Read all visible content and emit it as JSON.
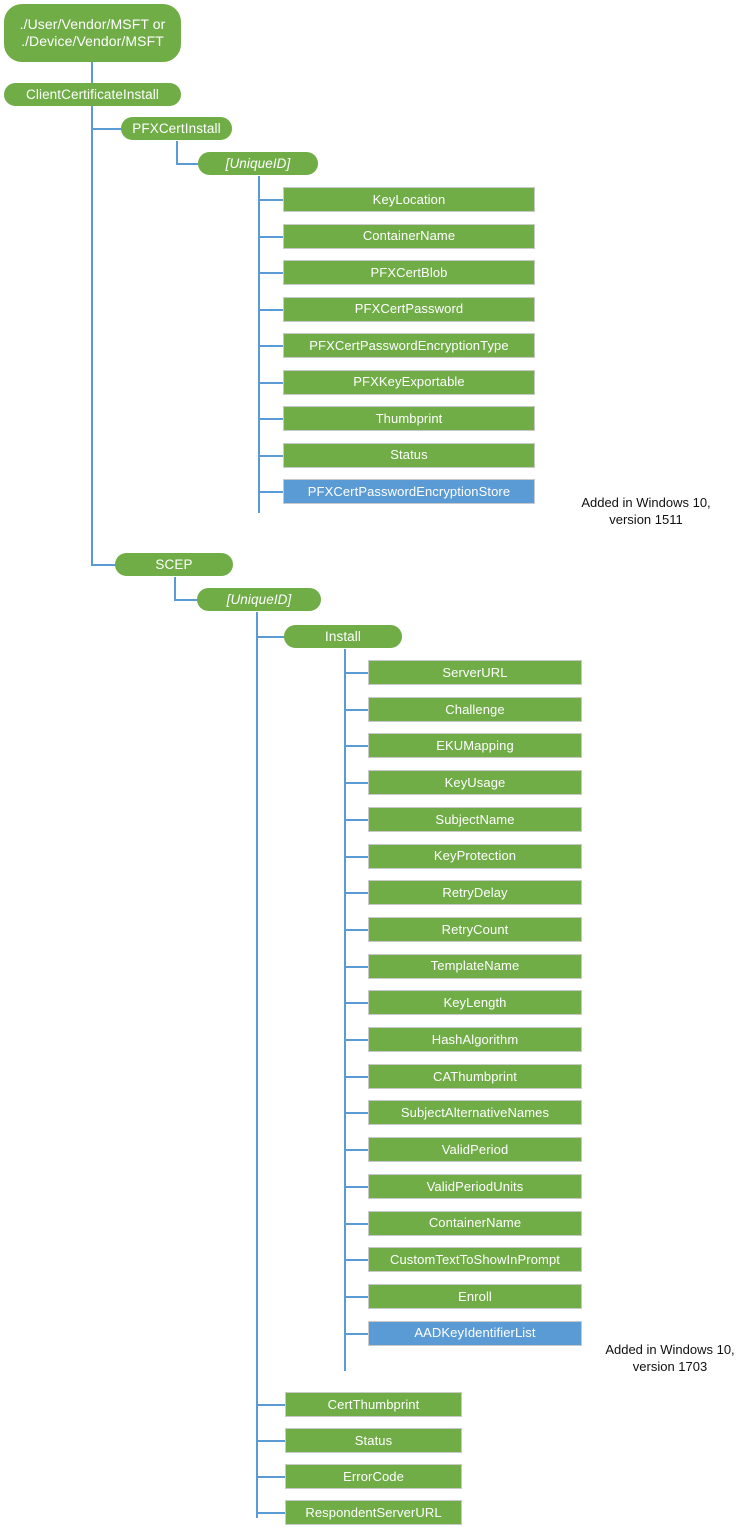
{
  "diagram": {
    "title": "ClientCertificateInstall CSP node tree",
    "colors": {
      "node_green": "#70ad47",
      "node_blue": "#5b9bd5",
      "connector": "#5b9bd5",
      "node_text": "#ffffff",
      "note_text": "#101010",
      "background": "#ffffff"
    },
    "root": {
      "line1": "./User/Vendor/MSFT or",
      "line2": "./Device/Vendor/MSFT"
    },
    "branches": {
      "client_certificate_install": "ClientCertificateInstall",
      "pfx_cert_install": "PFXCertInstall",
      "pfx_unique_id": "[UniqueID]",
      "scep": "SCEP",
      "scep_unique_id": "[UniqueID]",
      "install": "Install"
    },
    "pfx_leaves": [
      {
        "label": "KeyLocation",
        "color": "green"
      },
      {
        "label": "ContainerName",
        "color": "green"
      },
      {
        "label": "PFXCertBlob",
        "color": "green"
      },
      {
        "label": "PFXCertPassword",
        "color": "green"
      },
      {
        "label": "PFXCertPasswordEncryptionType",
        "color": "green"
      },
      {
        "label": "PFXKeyExportable",
        "color": "green"
      },
      {
        "label": "Thumbprint",
        "color": "green"
      },
      {
        "label": "Status",
        "color": "green"
      },
      {
        "label": "PFXCertPasswordEncryptionStore",
        "color": "blue"
      }
    ],
    "scep_install_leaves": [
      {
        "label": "ServerURL",
        "color": "green"
      },
      {
        "label": "Challenge",
        "color": "green"
      },
      {
        "label": "EKUMapping",
        "color": "green"
      },
      {
        "label": "KeyUsage",
        "color": "green"
      },
      {
        "label": "SubjectName",
        "color": "green"
      },
      {
        "label": "KeyProtection",
        "color": "green"
      },
      {
        "label": "RetryDelay",
        "color": "green"
      },
      {
        "label": "RetryCount",
        "color": "green"
      },
      {
        "label": "TemplateName",
        "color": "green"
      },
      {
        "label": "KeyLength",
        "color": "green"
      },
      {
        "label": "HashAlgorithm",
        "color": "green"
      },
      {
        "label": "CAThumbprint",
        "color": "green"
      },
      {
        "label": "SubjectAlternativeNames",
        "color": "green"
      },
      {
        "label": "ValidPeriod",
        "color": "green"
      },
      {
        "label": "ValidPeriodUnits",
        "color": "green"
      },
      {
        "label": "ContainerName",
        "color": "green"
      },
      {
        "label": "CustomTextToShowInPrompt",
        "color": "green"
      },
      {
        "label": "Enroll",
        "color": "green"
      },
      {
        "label": "AADKeyIdentifierList",
        "color": "blue"
      }
    ],
    "scep_unique_leaves": [
      {
        "label": "CertThumbprint",
        "color": "green"
      },
      {
        "label": "Status",
        "color": "green"
      },
      {
        "label": "ErrorCode",
        "color": "green"
      },
      {
        "label": "RespondentServerURL",
        "color": "green"
      }
    ],
    "notes": [
      {
        "line1": "Added in Windows 10,",
        "line2": "version 1511"
      },
      {
        "line1": "Added in Windows 10,",
        "line2": "version 1703"
      }
    ]
  }
}
